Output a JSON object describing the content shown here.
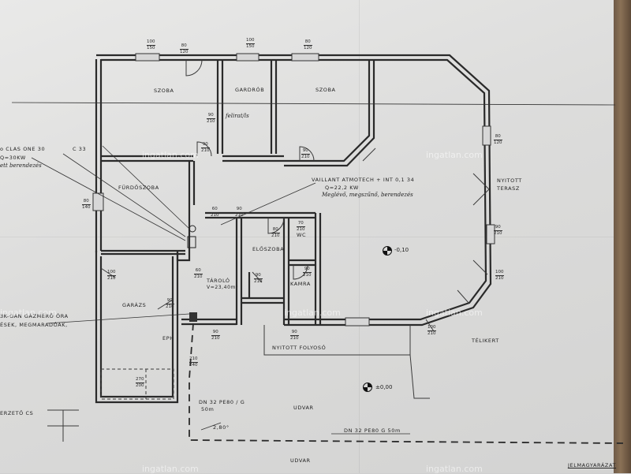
{
  "rooms": [
    {
      "key": "szoba1",
      "text": "SZOBA"
    },
    {
      "key": "gardrob",
      "text": "GARDRÓB"
    },
    {
      "key": "szoba2",
      "text": "SZOBA"
    },
    {
      "key": "furdo",
      "text": "FÜRDŐSZOBA"
    },
    {
      "key": "wc",
      "text": "WC"
    },
    {
      "key": "eloszoba",
      "text": "ELŐSZOBA"
    },
    {
      "key": "tarolo",
      "text": "TÁROLÓ"
    },
    {
      "key": "kamra",
      "text": "KAMRA"
    },
    {
      "key": "garazs",
      "text": "GARÁZS"
    },
    {
      "key": "terasz",
      "text": "NYITOTT TERASZ"
    },
    {
      "key": "folyoso",
      "text": "NYITOTT FOLYOSÓ"
    },
    {
      "key": "telikert",
      "text": "TÉLIKERT"
    },
    {
      "key": "udvar1",
      "text": "UDVAR"
    },
    {
      "key": "udvar2",
      "text": "UDVAR"
    }
  ],
  "notes": {
    "tarolo_volume": "V=23,40m³",
    "boiler_line1": "VAILLANT ATMOTECH + INT 0,1 34",
    "boiler_line2": "Q=22,2 KW",
    "boiler_hand": "Meglévő, megszűnő, berendezés",
    "left_top1": "o CLAS ONE 30",
    "left_top2": "Q=30KW",
    "left_top3": "ett berendezés",
    "c_label": "C 33",
    "feliratos": "felirat/ls",
    "left_mid1": "3K-GAN GÁZMÉRŐ ÓRA",
    "left_mid2": "ÉSEK, MEGMARADÓAK,",
    "epm": "EPH",
    "dn1_line1": "DN 32 PE80 / G",
    "dn1_line2": "50m",
    "dn2": "DN 32 PE80 G 50m",
    "angle": "2,80°",
    "level_0": "±0,00",
    "level_1": "-0,10",
    "left_bottom": "ERZETŐ CS",
    "jelmagyarazat": "JELMAGYARÁZAT"
  },
  "dimensions": [
    {
      "key": "d1",
      "a": "100",
      "b": "150"
    },
    {
      "key": "d2",
      "a": "80",
      "b": "120"
    },
    {
      "key": "d3",
      "a": "100",
      "b": "150"
    },
    {
      "key": "d4",
      "a": "80",
      "b": "120"
    },
    {
      "key": "d5",
      "a": "90",
      "b": "210"
    },
    {
      "key": "d6",
      "a": "90",
      "b": "210"
    },
    {
      "key": "d7",
      "a": "80",
      "b": "120"
    },
    {
      "key": "d8",
      "a": "90",
      "b": "210"
    },
    {
      "key": "d9",
      "a": "80",
      "b": "140"
    },
    {
      "key": "d10",
      "a": "90",
      "b": "210"
    },
    {
      "key": "d11",
      "a": "60",
      "b": "210"
    },
    {
      "key": "d12",
      "a": "90",
      "b": "210"
    },
    {
      "key": "d13",
      "a": "70",
      "b": "210"
    },
    {
      "key": "d14",
      "a": "80",
      "b": "210"
    },
    {
      "key": "d15",
      "a": "90",
      "b": "210"
    },
    {
      "key": "d16",
      "a": "60",
      "b": "210"
    },
    {
      "key": "d17",
      "a": "90",
      "b": "210"
    },
    {
      "key": "d18",
      "a": "100",
      "b": "210"
    },
    {
      "key": "d19",
      "a": "100",
      "b": "210"
    },
    {
      "key": "d20",
      "a": "90",
      "b": "210"
    },
    {
      "key": "d21",
      "a": "90",
      "b": "210"
    },
    {
      "key": "d22",
      "a": "90",
      "b": "210"
    },
    {
      "key": "d23",
      "a": "100",
      "b": "210"
    },
    {
      "key": "d24",
      "a": "210",
      "b": "240"
    },
    {
      "key": "d25",
      "a": "270",
      "b": "200"
    }
  ],
  "watermark": "ingatlan.com",
  "watermark_partial": "ingatlan.com",
  "colors": {
    "paper": "#e3e3e2",
    "ink": "#2a2a2a",
    "watermark": "#ffffff"
  }
}
